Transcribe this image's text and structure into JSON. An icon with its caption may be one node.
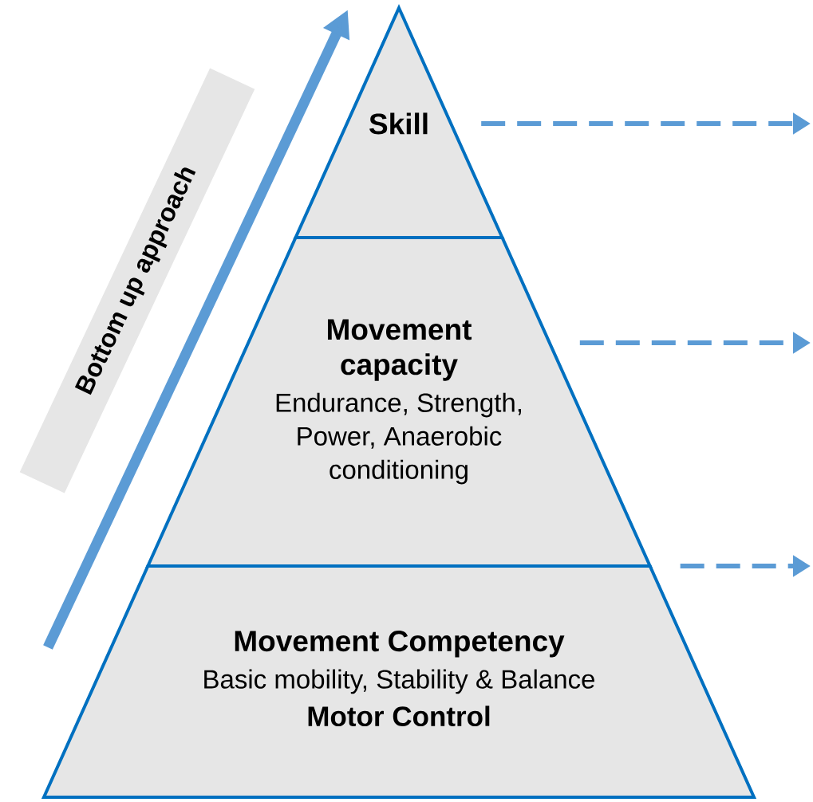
{
  "diagram": {
    "nodes": [
      {
        "text": [
          "Skill"
        ]
      },
      {
        "text": [
          "Movement capacity",
          "Endurance, Strength, Power, Anaerobic conditioning"
        ]
      },
      {
        "text": [
          "Movement Competency",
          "Basic mobility, Stability & Balance",
          "Motor Control"
        ]
      },
      {
        "text": [
          "Bottom up approach"
        ]
      }
    ],
    "edges": [
      {
        "from": 0,
        "to": null,
        "arrow": "to",
        "style": "dashed"
      },
      {
        "from": 1,
        "to": null,
        "arrow": "to",
        "style": "dashed"
      },
      {
        "from": 2,
        "to": null,
        "arrow": "to",
        "style": "dashed"
      }
    ]
  }
}
